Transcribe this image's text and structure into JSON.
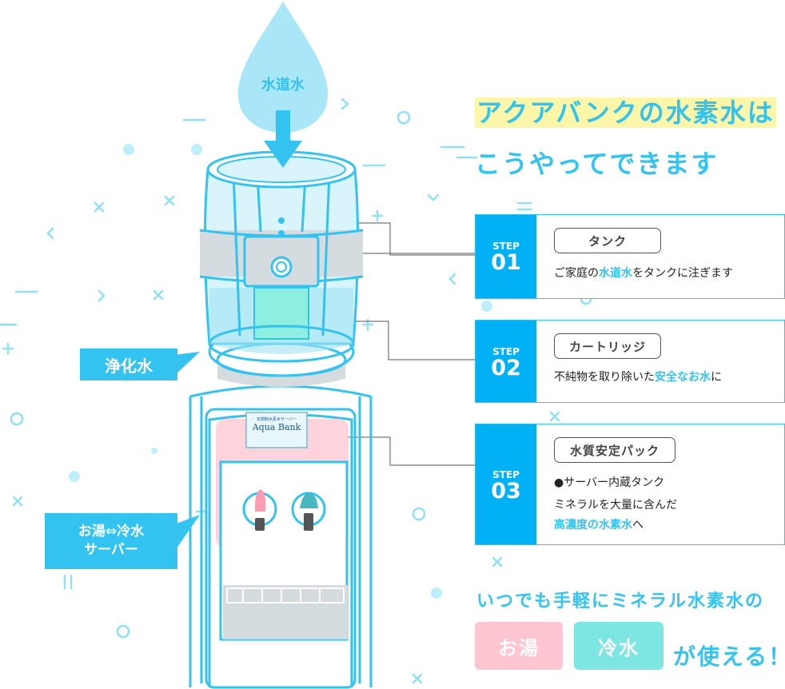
{
  "illustration": {
    "drop_label": "水道水",
    "purified_label": "浄化水",
    "server_label_line1": "お湯⇔冷水",
    "server_label_line2": "サーバー",
    "brand_small": "定額制水素水サーバー",
    "brand_name": "Aqua Bank"
  },
  "headline": {
    "line1": "アクアバンクの水素水は",
    "line2": "こうやってできます"
  },
  "steps": [
    {
      "step_label": "STEP",
      "number": "01",
      "title": "タンク",
      "desc_pre": "ご家庭の",
      "desc_highlight": "水道水",
      "desc_post": "をタンクに注ぎます"
    },
    {
      "step_label": "STEP",
      "number": "02",
      "title": "カートリッジ",
      "desc_pre": "不純物を取り除いた",
      "desc_highlight": "安全なお水",
      "desc_post": "に"
    },
    {
      "step_label": "STEP",
      "number": "03",
      "title": "水質安定パック",
      "line1": "●サーバー内蔵タンク",
      "line2": "ミネラルを大量に含んだ",
      "line3_highlight": "高濃度の水素水",
      "line3_post": "へ"
    }
  ],
  "footer": {
    "tagline": "いつでも手軽にミネラル水素水の",
    "hot_badge": "お湯",
    "cold_badge": "冷水",
    "can_use": "が使える！"
  },
  "colors": {
    "accent": "#33c3f0",
    "step_box": "#00b1f5",
    "hot": "#ffc6d2",
    "cold": "#7ee6e2",
    "highlight": "#fcf7a8",
    "filter_band": "#d4dcdf"
  }
}
